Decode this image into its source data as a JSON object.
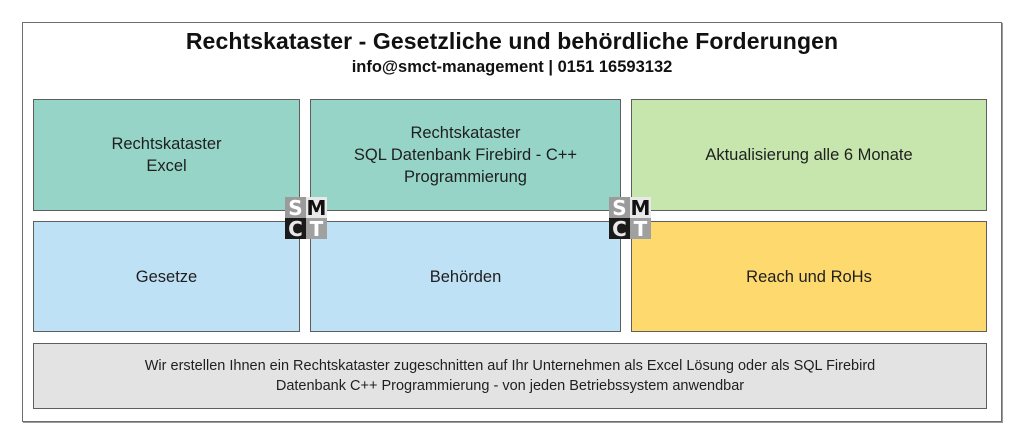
{
  "header": {
    "title": "Rechtskataster - Gesetzliche und behördliche Forderungen",
    "subtitle": "info@smct-management | 0151 16593132"
  },
  "boxes": [
    {
      "id": "excel",
      "label": "Rechtskataster\nExcel",
      "color": "#96d4c8"
    },
    {
      "id": "sql",
      "label": "Rechtskataster\nSQL Datenbank Firebird - C++\nProgrammierung",
      "color": "#96d4c8"
    },
    {
      "id": "update",
      "label": "Aktualisierung alle 6 Monate",
      "color": "#c6e6ad"
    },
    {
      "id": "laws",
      "label": "Gesetze",
      "color": "#bfe1f5"
    },
    {
      "id": "authorities",
      "label": "Behörden",
      "color": "#bfe1f5"
    },
    {
      "id": "reach",
      "label": "Reach und RoHs",
      "color": "#fed96d"
    }
  ],
  "footer_box": {
    "label": "Wir erstellen Ihnen ein Rechtskataster zugeschnitten auf Ihr Unternehmen als Excel Lösung oder als SQL Firebird\nDatenbank C++ Programmierung - von jeden Betriebssystem anwendbar",
    "color": "#e3e3e3"
  },
  "logo": {
    "letters": [
      "S",
      "M",
      "C",
      "T"
    ],
    "icon": "smct-logo-icon"
  }
}
